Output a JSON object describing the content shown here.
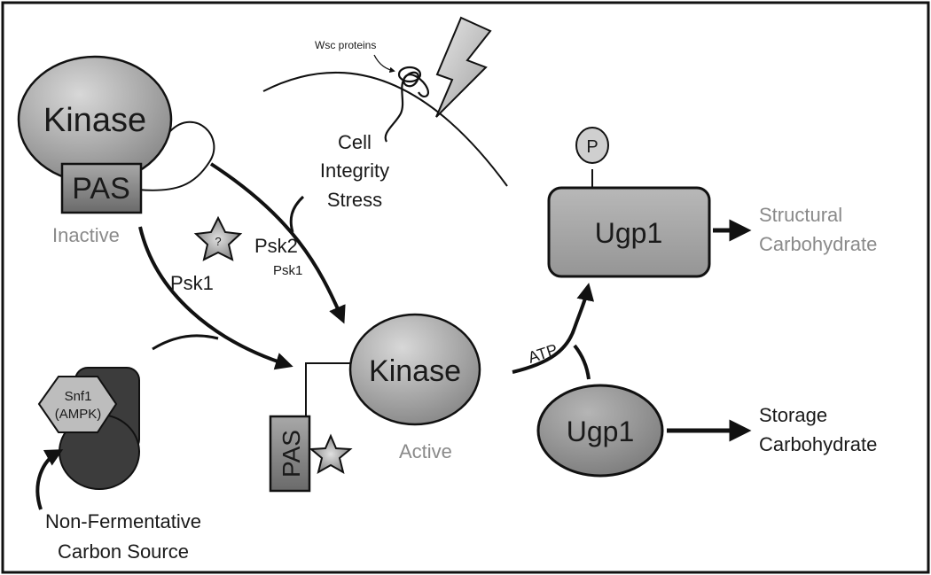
{
  "labels": {
    "wsc_proteins": "Wsc proteins",
    "kinase_inactive": "Kinase",
    "pas_inactive": "PAS",
    "inactive": "Inactive",
    "cell_line1": "Cell",
    "cell_line2": "Integrity",
    "cell_line3": "Stress",
    "question": "?",
    "psk2": "Psk2",
    "psk1_small": "Psk1",
    "psk1": "Psk1",
    "kinase_active": "Kinase",
    "active": "Active",
    "pas_active": "PAS",
    "snf1_line1": "Snf1",
    "snf1_line2": "(AMPK)",
    "nonferm_line1": "Non-Fermentative",
    "nonferm_line2": "Carbon Source",
    "atp": "ATP",
    "phospho": "P",
    "ugp1_top": "Ugp1",
    "ugp1_bottom": "Ugp1",
    "structural_line1": "Structural",
    "structural_line2": "Carbohydrate",
    "storage_line1": "Storage",
    "storage_line2": "Carbohydrate"
  },
  "colors": {
    "kinase_fill": "#9a9a9a",
    "pas_fill": "#7d7d7d",
    "ugp1_fill": "#a6a6a6",
    "snf1_fill": "#bdbdbd",
    "complex_dark": "#3a3a3a",
    "grey_text": "#8a8a8a"
  }
}
